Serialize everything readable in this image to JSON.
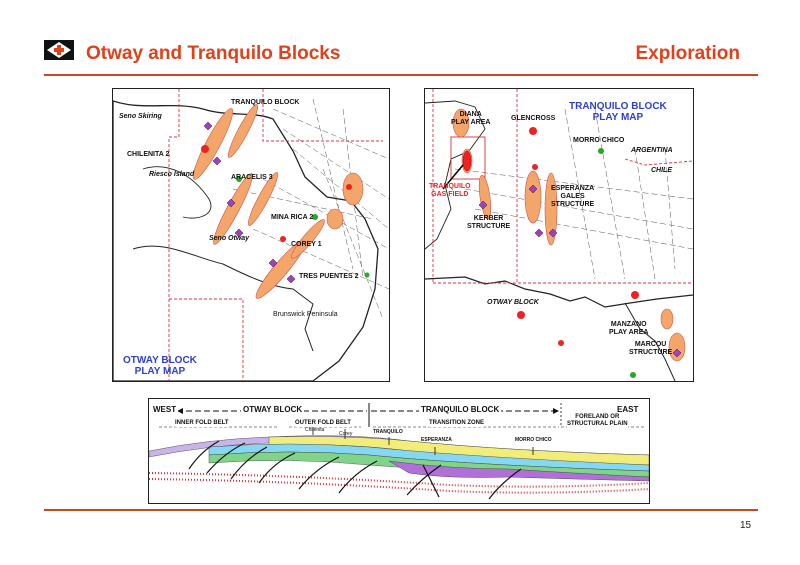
{
  "header": {
    "title": "Otway and Tranquilo Blocks",
    "section": "Exploration"
  },
  "page_number": "15",
  "colors": {
    "accent": "#e2401b",
    "map_label_blue": "#2f3fd0",
    "play_fill": "#f4a56a"
  },
  "left_map": {
    "title_line1": "OTWAY  BLOCK",
    "title_line2": "PLAY MAP",
    "labels": {
      "tranquilo_block": "TRANQUILO BLOCK",
      "seno_skiring": "Seno Skiring",
      "chilenita_2": "CHILENITA 2",
      "riesco_island": "Riesco Island",
      "aracelis_3": "ARACELIS 3",
      "seno_otway": "Seno Otway",
      "mina_rica_2": "MINA RICA 2",
      "corey_1": "COREY 1",
      "tres_puentes_2": "TRES PUENTES 2",
      "brunswick_peninsula": "Brunswick Peninsula"
    }
  },
  "right_map": {
    "title_line1": "TRANQUILO BLOCK",
    "title_line2": "PLAY MAP",
    "labels": {
      "diana_1": "DIANA",
      "diana_2": "PLAY AREA",
      "glencross": "GLENCROSS",
      "morro_chico": "MORRO CHICO",
      "argentina": "ARGENTINA",
      "chile": "CHILE",
      "tranquilo_gas_1": "TRANQUILO",
      "tranquilo_gas_2": "GAS FIELD",
      "esperanza_1": "ESPERANZA",
      "esperanza_2": "GALES",
      "esperanza_3": "STRUCTURE",
      "kerber_1": "KERBER",
      "kerber_2": "STRUCTURE",
      "otway_block": "OTWAY BLOCK",
      "manzano_1": "MANZANO",
      "manzano_2": "PLAY AREA",
      "marcou_1": "MARCOU",
      "marcou_2": "STRUCTURE"
    }
  },
  "cross_section": {
    "west": "WEST",
    "east": "EAST",
    "otway_block": "OTWAY BLOCK",
    "tranquilo_block": "TRANQUILO BLOCK",
    "foreland_1": "FORELAND OR",
    "foreland_2": "STRUCTURAL PLAIN",
    "inner_fold_belt": "INNER FOLD BELT",
    "outer_fold_belt": "OUTER FOLD BELT",
    "transition_zone": "TRANSITION ZONE",
    "chilenita": "Chilenita",
    "corey": "Corey",
    "tranquilo": "TRANQUILO",
    "esperanza": "ESPERANZA",
    "morro_chico": "MORRO CHICO"
  }
}
